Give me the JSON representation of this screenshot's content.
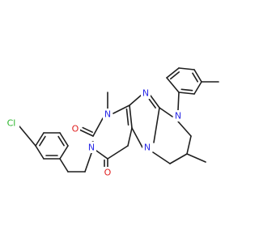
{
  "colors": {
    "bond": "#1f1f1f",
    "nitrogen": "#2a2ae6",
    "oxygen": "#e02020",
    "chlorine": "#28b428",
    "background": "#ffffff"
  },
  "labels": {
    "n_methyl_top": "N",
    "n_imine": "N",
    "n_aryl": "N",
    "n_benzyl": "N",
    "n_bridge": "N",
    "o_upper": "O",
    "o_lower": "O",
    "chlorine": "Cl"
  }
}
